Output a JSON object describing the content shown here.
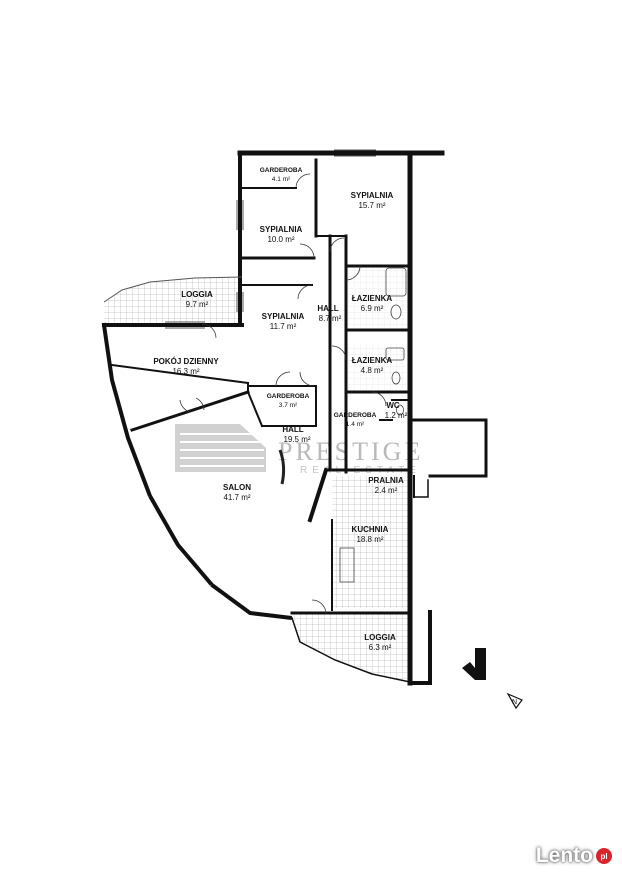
{
  "rooms": [
    {
      "name": "GARDEROBA",
      "area": "4.1 m²"
    },
    {
      "name": "SYPIALNIA",
      "area": "15.7 m²"
    },
    {
      "name": "SYPIALNIA",
      "area": "10.0 m²"
    },
    {
      "name": "LOGGIA",
      "area": "9.7 m²"
    },
    {
      "name": "SYPIALNIA",
      "area": "11.7 m²"
    },
    {
      "name": "HALL",
      "area": "8.7 m²"
    },
    {
      "name": "ŁAZIENKA",
      "area": "6.9 m²"
    },
    {
      "name": "POKÓJ DZIENNY",
      "area": "16.3 m²"
    },
    {
      "name": "ŁAZIENKA",
      "area": "4.8 m²"
    },
    {
      "name": "GARDEROBA",
      "area": "3.7 m²"
    },
    {
      "name": "GARDEROBA",
      "area": "1.4 m²"
    },
    {
      "name": "WC",
      "area": "1.2 m²"
    },
    {
      "name": "HALL",
      "area": "19.5 m²"
    },
    {
      "name": "PRALNIA",
      "area": "2.4 m²"
    },
    {
      "name": "SALON",
      "area": "41.7 m²"
    },
    {
      "name": "KUCHNIA",
      "area": "18.8 m²"
    },
    {
      "name": "LOGGIA",
      "area": "6.3 m²"
    }
  ],
  "watermark": {
    "title": "PRESTIGE",
    "subtitle": "REAL ESTATE"
  },
  "north_arrow_label": "N",
  "site_badge": {
    "text": "Lento",
    "suffix": "pl"
  }
}
